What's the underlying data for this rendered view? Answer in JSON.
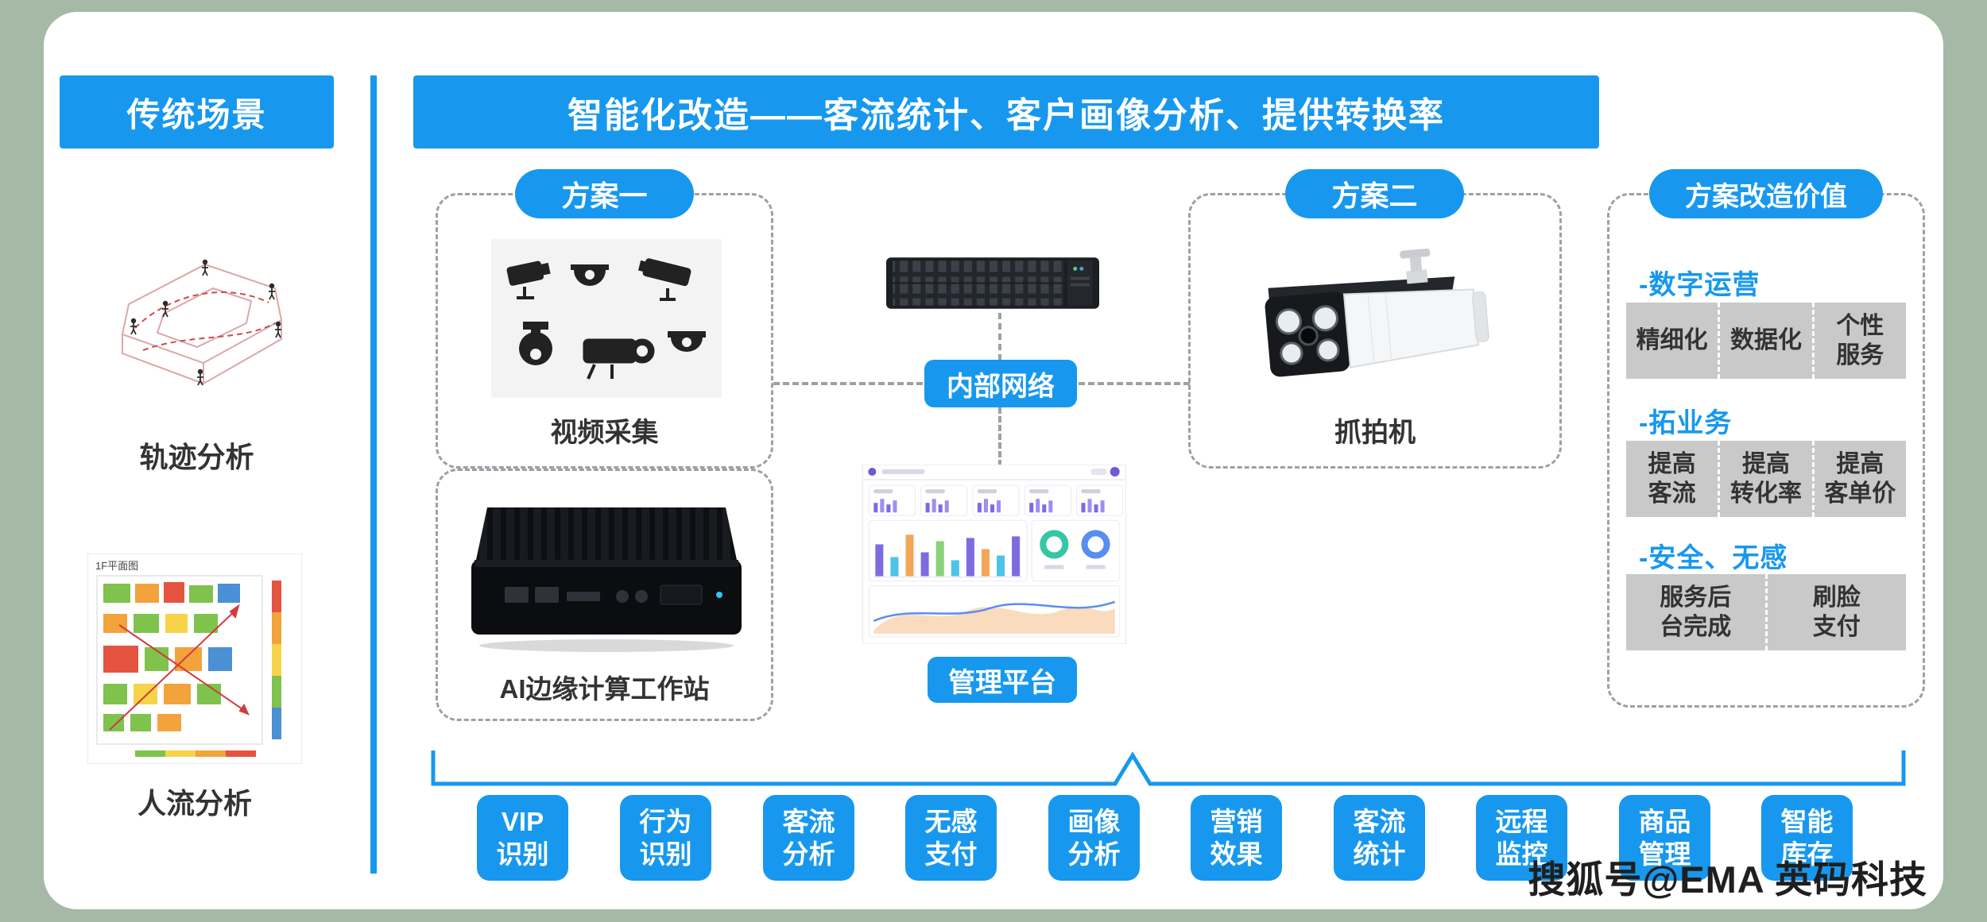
{
  "colors": {
    "accent": "#1798ee",
    "canvas": "#a6b8a6",
    "panel_gray": "#c9c9c9",
    "dash_gray": "#9ba1a6"
  },
  "header": {
    "left": "传统场景",
    "main": "智能化改造——客流统计、客户画像分析、提供转换率"
  },
  "traditional": {
    "trajectory_label": "轨迹分析",
    "flow_label": "人流分析",
    "floorplan_tag": "1F平面图"
  },
  "solution1": {
    "badge": "方案一",
    "video_capture_label": "视频采集",
    "edge_station_label": "AI边缘计算工作站"
  },
  "network": {
    "badge": "内部网络"
  },
  "platform": {
    "badge": "管理平台"
  },
  "solution2": {
    "badge": "方案二",
    "camera_label": "抓拍机"
  },
  "value": {
    "badge": "方案改造价值",
    "sections": [
      {
        "title": "-数字运营",
        "items": [
          "精细化",
          "数据化",
          "个性\n服务"
        ]
      },
      {
        "title": "-拓业务",
        "items": [
          "提高\n客流",
          "提高\n转化率",
          "提高\n客单价"
        ]
      },
      {
        "title": "-安全、无感",
        "items": [
          "服务后\n台完成",
          "刷脸\n支付"
        ]
      }
    ]
  },
  "features": [
    "VIP\n识别",
    "行为\n识别",
    "客流\n分析",
    "无感\n支付",
    "画像\n分析",
    "营销\n效果",
    "客流\n统计",
    "远程\n监控",
    "商品\n管理",
    "智能\n库存"
  ],
  "watermark": "搜狐号@EMA 英码科技"
}
